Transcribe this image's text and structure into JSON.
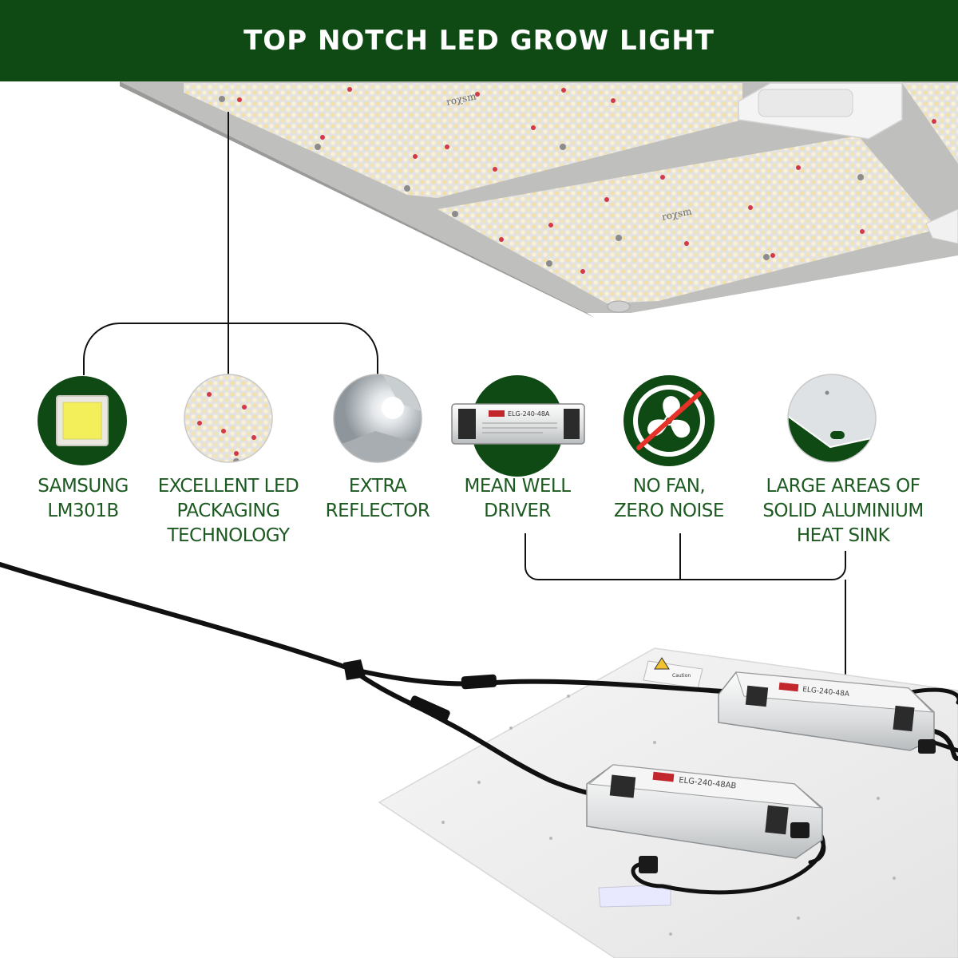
{
  "header": {
    "title": "TOP NOTCH LED GROW LIGHT"
  },
  "colors": {
    "brand_green": "#0f4a14",
    "label_green": "#1c5a21",
    "led_red": "#d23a4a",
    "led_warm": "#f7e6b5"
  },
  "features": [
    {
      "icon": "led-chip-icon",
      "lines": [
        "SAMSUNG",
        "LM301B"
      ]
    },
    {
      "icon": "led-packaging-icon",
      "lines": [
        "EXCELLENT LED",
        "PACKAGING",
        "TECHNOLOGY"
      ]
    },
    {
      "icon": "reflector-icon",
      "lines": [
        "EXTRA",
        "REFLECTOR"
      ]
    },
    {
      "icon": "driver-icon",
      "lines": [
        "MEAN WELL",
        "DRIVER"
      ]
    },
    {
      "icon": "no-fan-icon",
      "lines": [
        "NO FAN,",
        "ZERO NOISE"
      ]
    },
    {
      "icon": "heat-sink-icon",
      "lines": [
        "LARGE AREAS OF",
        "SOLID ALUMINIUM",
        "HEAT SINK"
      ]
    }
  ],
  "drivers": {
    "model_top": "ELG-240-48A",
    "model_bottom": "ELG-240-48AB"
  }
}
